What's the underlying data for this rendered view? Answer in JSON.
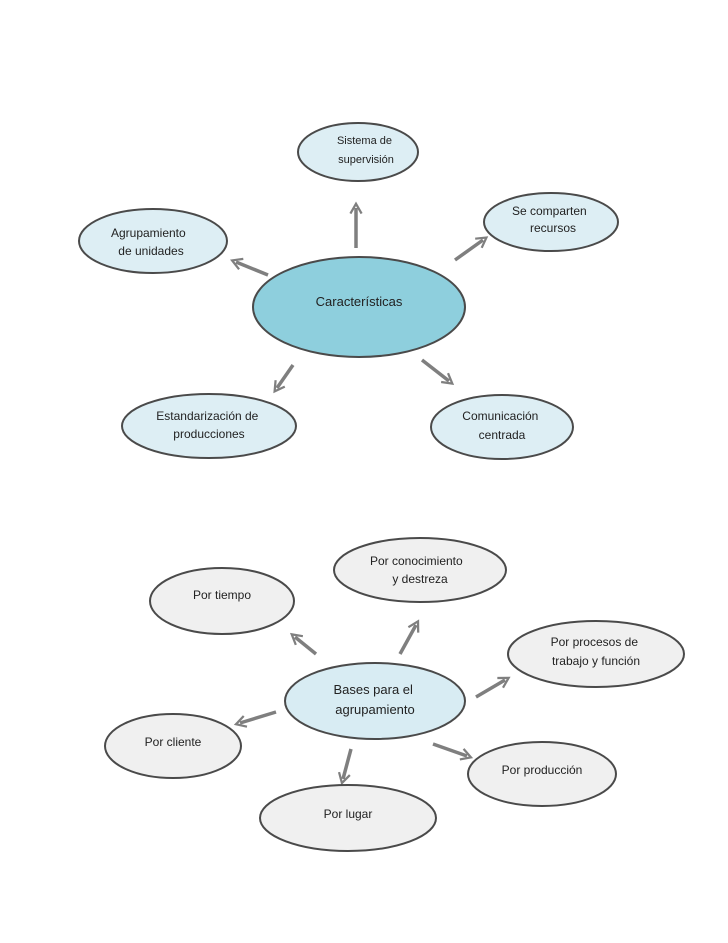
{
  "diagram1": {
    "center": {
      "lines": [
        "Características"
      ]
    },
    "nodes": [
      {
        "id": "sistema",
        "lines": [
          "Sistema de",
          "supervisión"
        ]
      },
      {
        "id": "comparten",
        "lines": [
          "Se comparten",
          "recursos"
        ]
      },
      {
        "id": "agrupamiento",
        "lines": [
          "Agrupamiento",
          "de unidades"
        ]
      },
      {
        "id": "estandarizacion",
        "lines": [
          "Estandarización de",
          "producciones"
        ]
      },
      {
        "id": "comunicacion",
        "lines": [
          "Comunicación",
          "centrada"
        ]
      }
    ]
  },
  "diagram2": {
    "center": {
      "lines": [
        "Bases para el",
        "agrupamiento"
      ]
    },
    "nodes": [
      {
        "id": "conocimiento",
        "lines": [
          "Por conocimiento",
          "y destreza"
        ]
      },
      {
        "id": "tiempo",
        "lines": [
          "Por tiempo"
        ]
      },
      {
        "id": "procesos",
        "lines": [
          "Por procesos de",
          "trabajo y función"
        ]
      },
      {
        "id": "cliente",
        "lines": [
          "Por cliente"
        ]
      },
      {
        "id": "produccion",
        "lines": [
          "Por producción"
        ]
      },
      {
        "id": "lugar",
        "lines": [
          "Por lugar"
        ]
      }
    ]
  },
  "colors": {
    "center_fill": "#8ecfdd",
    "node_fill_1": "#ddeef4",
    "center2_fill": "#d8ecf3",
    "node_fill_2": "#f0f0f0",
    "stroke": "#4a4a4a",
    "arrow": "#7f7f7f"
  }
}
